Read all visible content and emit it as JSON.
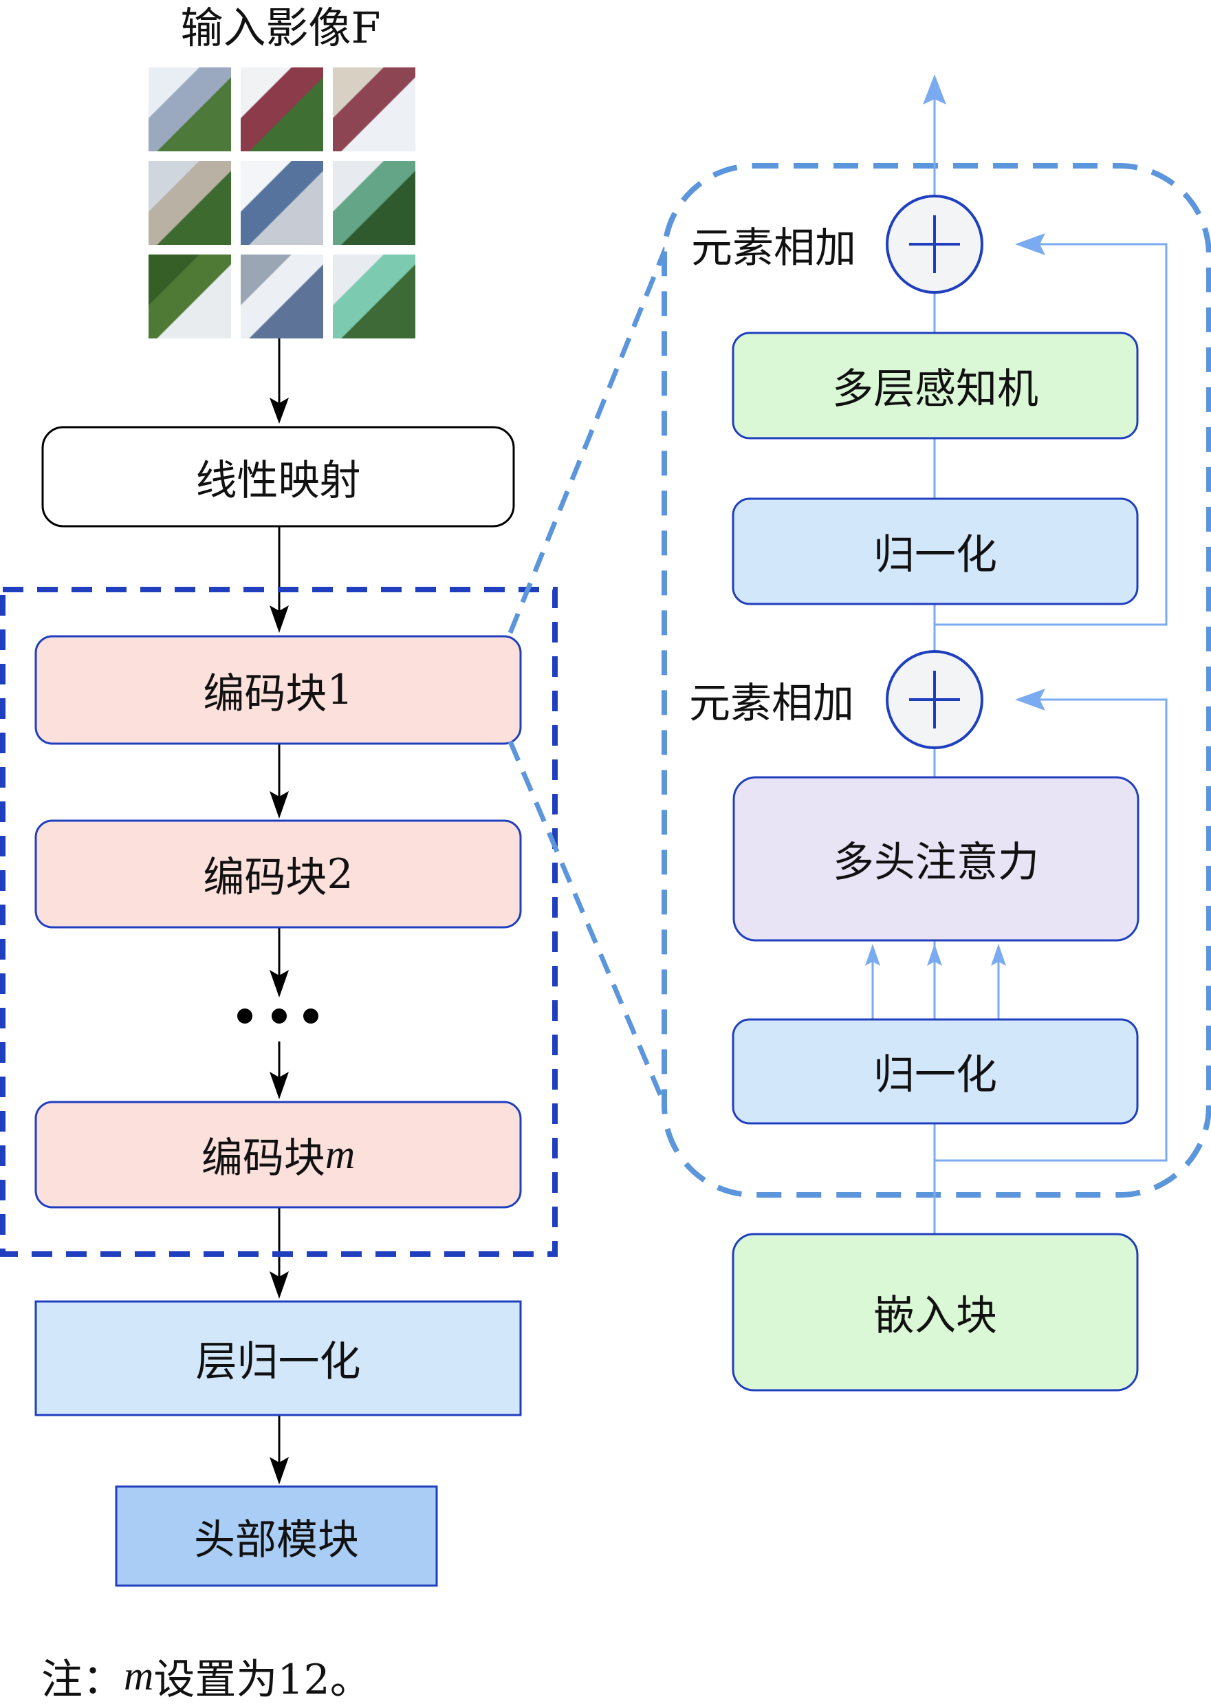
{
  "title": "输入影像F",
  "input_image": {
    "grid": "3x3",
    "tiles": [
      {
        "name": "tile-1",
        "colors": [
          "#e9eef5",
          "#9aa9bf",
          "#4d7a3a"
        ]
      },
      {
        "name": "tile-2",
        "colors": [
          "#f1f2f4",
          "#8b3b4a",
          "#3f6f33"
        ]
      },
      {
        "name": "tile-3",
        "colors": [
          "#d8d0c3",
          "#8e4553",
          "#edf1f6"
        ]
      },
      {
        "name": "tile-4",
        "colors": [
          "#cfd6de",
          "#b9b1a4",
          "#3d6b2f"
        ]
      },
      {
        "name": "tile-5",
        "colors": [
          "#f3f5f8",
          "#56739e",
          "#c7ccd4"
        ]
      },
      {
        "name": "tile-6",
        "colors": [
          "#e7ebef",
          "#64a588",
          "#2f5a2e"
        ]
      },
      {
        "name": "tile-7",
        "colors": [
          "#355f27",
          "#4e7a35",
          "#e9ecef"
        ]
      },
      {
        "name": "tile-8",
        "colors": [
          "#9ba6b4",
          "#eceff3",
          "#5d7398"
        ]
      },
      {
        "name": "tile-9",
        "colors": [
          "#e8ecf0",
          "#7ccbb0",
          "#3d6a36"
        ]
      }
    ]
  },
  "left": {
    "linear_projection": "线性映射",
    "encoder_blocks": [
      {
        "prefix": "编码块",
        "suffix": "1",
        "italic": false
      },
      {
        "prefix": "编码块",
        "suffix": "2",
        "italic": false
      },
      {
        "prefix": "编码块",
        "suffix": "m",
        "italic": true
      }
    ],
    "ellipsis": "•••",
    "layer_norm": "层归一化",
    "head": "头部模块"
  },
  "right": {
    "add_label_top": "元素相加",
    "mlp": "多层感知机",
    "norm_top": "归一化",
    "add_label_bottom": "元素相加",
    "attention": "多头注意力",
    "norm_bottom": "归一化",
    "embedding": "嵌入块"
  },
  "note": {
    "prefix": "注：",
    "var": "m",
    "suffix": "设置为12。"
  },
  "colors": {
    "dark_blue": "#1f3fbf",
    "light_blue_line": "#7aaaf0",
    "dashed_light": "#5b95db",
    "encoder_fill": "#fbe0dc",
    "norm_fill": "#d3e7fb",
    "head_fill": "#aacdf5",
    "mlp_fill": "#dbf8d6",
    "attention_fill": "#e8e4f5",
    "add_fill": "#f2f4f5"
  }
}
